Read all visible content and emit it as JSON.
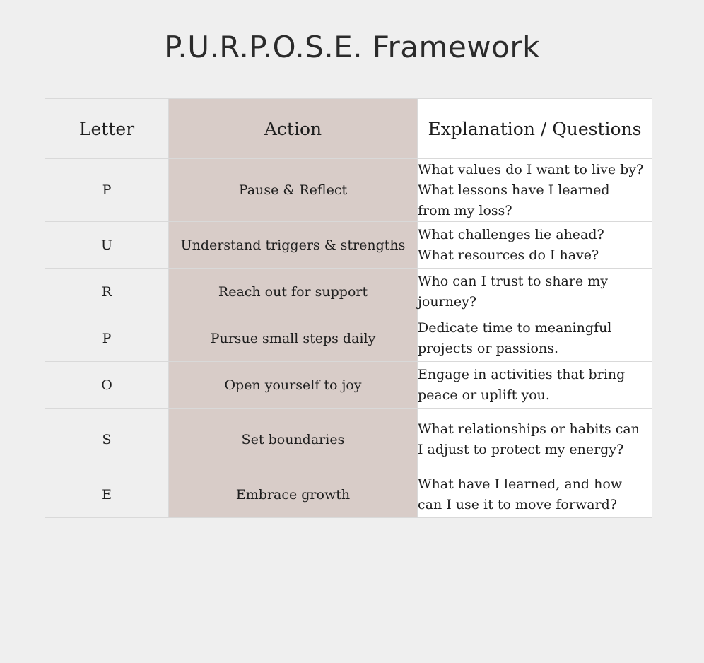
{
  "title": "P.U.R.P.O.S.E. Framework",
  "headers": {
    "letter": "Letter",
    "action": "Action",
    "explanation": "Explanation / Questions"
  },
  "rows": [
    {
      "letter": "P",
      "action": "Pause & Reflect",
      "explanation": [
        "What values do I want to live by?",
        "What lessons have I learned",
        "from my loss?"
      ]
    },
    {
      "letter": "U",
      "action": "Understand triggers & strengths",
      "explanation": [
        "What challenges lie ahead?",
        "What resources do I have?"
      ]
    },
    {
      "letter": "R",
      "action": "Reach out for support",
      "explanation": [
        "Who can I trust to share my",
        "journey?"
      ]
    },
    {
      "letter": "P",
      "action": "Pursue small steps daily",
      "explanation": [
        "Dedicate time to meaningful",
        "projects or passions."
      ]
    },
    {
      "letter": "O",
      "action": "Open yourself to joy",
      "explanation": [
        "Engage in activities that bring",
        "peace or uplift you."
      ]
    },
    {
      "letter": "S",
      "action": "Set boundaries",
      "explanation": [
        "What relationships or habits can",
        "I adjust to protect my energy?"
      ]
    },
    {
      "letter": "E",
      "action": "Embrace growth",
      "explanation": [
        "What have I learned, and how",
        "can I use it to move forward?"
      ]
    }
  ],
  "colors": {
    "page_background": "#efefef",
    "action_column": "#d8ccc8",
    "explanation_column": "#ffffff",
    "border": "#d9d9d9",
    "text": "#1e1e1e"
  }
}
